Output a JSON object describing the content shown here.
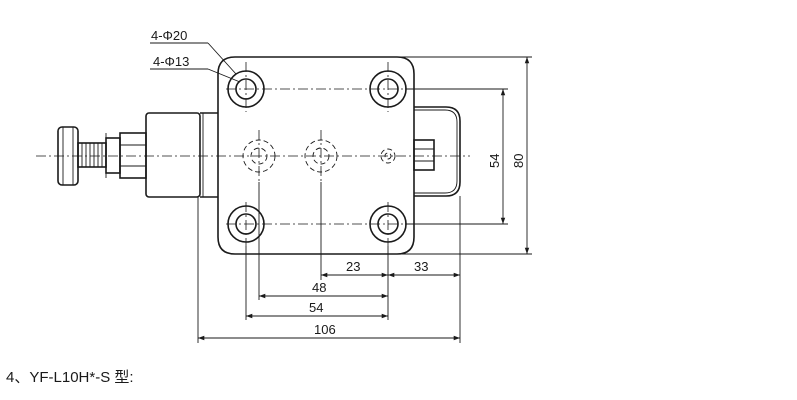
{
  "drawing": {
    "callouts": {
      "hole_outer": "4-Φ20",
      "hole_inner": "4-Φ13"
    },
    "dimensions": {
      "width_total": "106",
      "width_54": "54",
      "width_48": "48",
      "width_23": "23",
      "width_33": "33",
      "height_54": "54",
      "height_80": "80"
    }
  },
  "caption": "4、YF-L10H*-S 型:"
}
